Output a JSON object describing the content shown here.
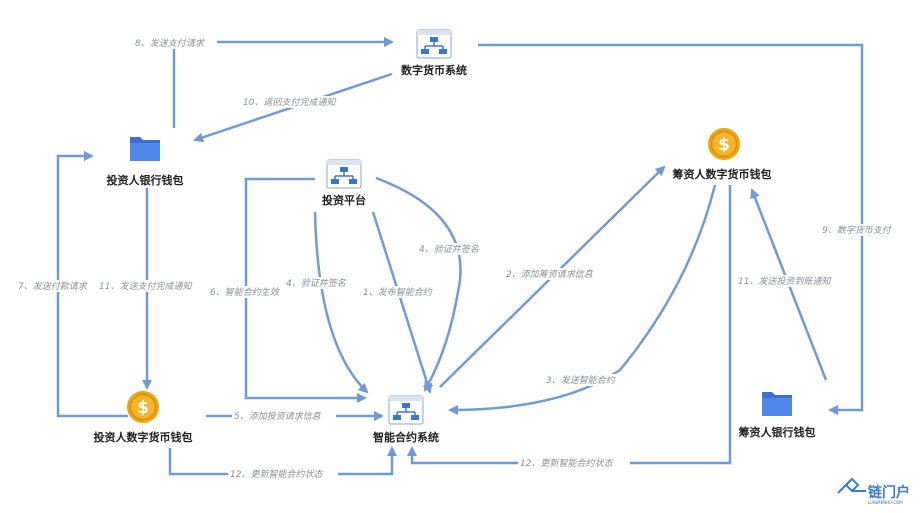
{
  "nodes": {
    "digital_currency_system": "数字货币系统",
    "investor_bank_wallet": "投资人银行钱包",
    "investment_platform": "投资平台",
    "fundraiser_digital_wallet": "筹资人数字货币钱包",
    "investor_digital_wallet": "投资人数字货币钱包",
    "smart_contract_system": "智能合约系统",
    "fundraiser_bank_wallet": "筹资人银行钱包"
  },
  "edges": {
    "e8": "8、发送支付请求",
    "e10": "10、返回支付完成通知",
    "e9": "9、数字货币支付",
    "e6": "6、智能合约生效",
    "e4a": "4、验证并签名",
    "e1": "1、发布智能合约",
    "e4b": "4、验证并签名",
    "e2": "2、添加筹资请求信息",
    "e3": "3、发送智能合约",
    "e11a": "11、发送投资到账通知",
    "e7": "7、发送付款请求",
    "e11b": "11、发送支付完成通知",
    "e5": "5、添加投资请求信息",
    "e12a": "12、更新智能合约状态",
    "e12b": "12、更新智能合约状态"
  },
  "icons": {
    "system": "network-system-icon",
    "folder": "folder-icon",
    "coin": "dollar-coin-icon",
    "watermark": "watermark-logo-icon"
  },
  "colors": {
    "edge": "#6f9bd6",
    "folder": "#4a7fe0",
    "coin": "#f2a20c",
    "system_icon": "#3a78c8",
    "edge_label": "#8a8f99"
  },
  "watermark": {
    "main": "链门户",
    "sub": "LIANMENHU.COM"
  }
}
